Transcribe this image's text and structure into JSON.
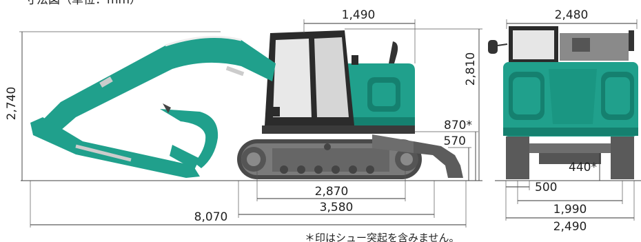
{
  "header": {
    "title": "寸法図（単位：mm）"
  },
  "colors": {
    "body": "#20a08c",
    "body_dark": "#12705f",
    "cab": "#2b2b2b",
    "track": "#6e6e6e",
    "track_dark": "#4a4a4a",
    "line": "#333333"
  },
  "side_view": {
    "dims": {
      "cab_length": "1,490",
      "overall_height_cab": "2,810",
      "transport_height": "2,740",
      "counterweight_clearance": "870*",
      "blade_height": "570",
      "tumbler_distance": "2,870",
      "crawler_length": "3,580",
      "overall_length": "8,070"
    }
  },
  "front_view": {
    "dims": {
      "cab_width": "2,480",
      "ground_clearance": "440*",
      "shoe_width": "500",
      "track_gauge": "1,990",
      "overall_width": "2,490"
    }
  },
  "footnote": "＊印はシュー突起を含みません。"
}
